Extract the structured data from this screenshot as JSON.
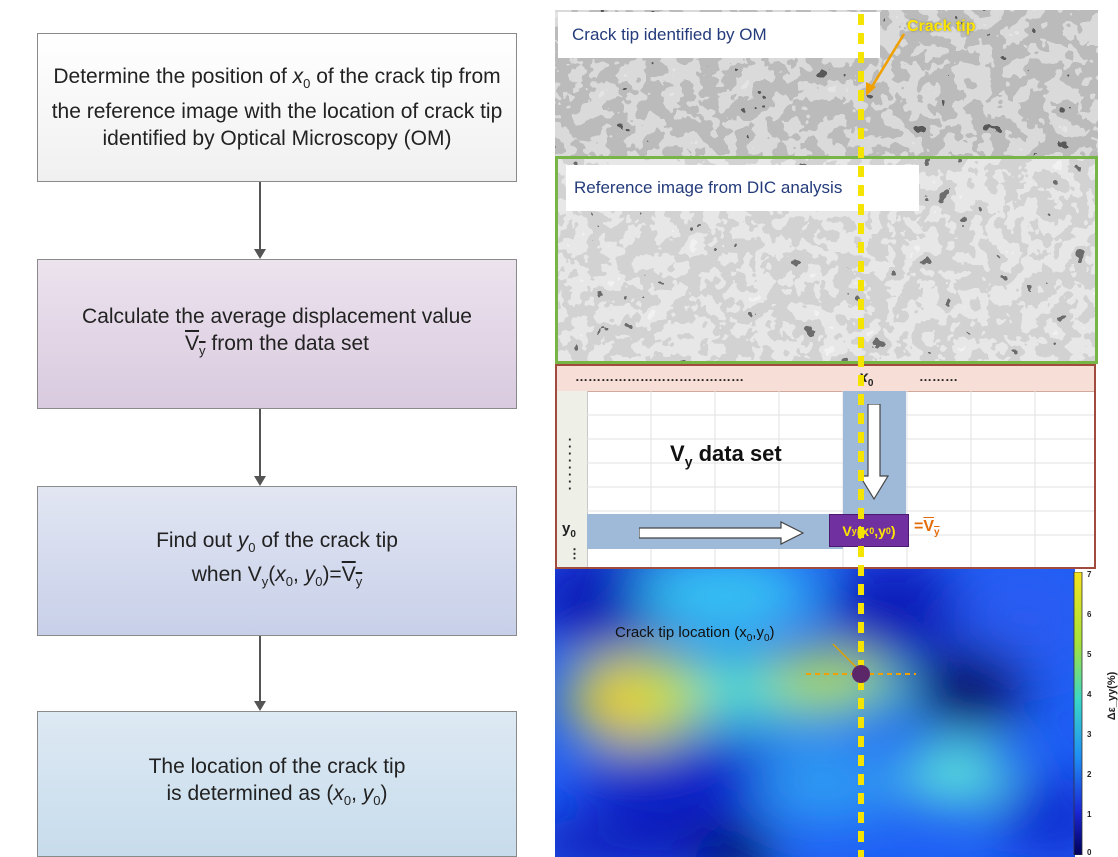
{
  "flowchart": {
    "step1": {
      "text_a": "Determine the position of ",
      "var": "x",
      "sub": "0",
      "text_b": " of the crack tip from the reference image with the location of crack tip identified by Optical Microscopy (OM)"
    },
    "step2": {
      "text_a": "Calculate the average displacement value",
      "sym": "V",
      "sub": "y",
      "text_b": " from the data set"
    },
    "step3": {
      "line1_a": "Find out ",
      "var": "y",
      "sub": "0",
      "line1_b": " of the crack tip",
      "line2_a": "when V",
      "line2_sub": "y",
      "line2_b": "(",
      "x": "x",
      "x_sub": "0",
      "comma": ", ",
      "y": "y",
      "y_sub": "0",
      "line2_c": ")=",
      "vbar": "V",
      "vbar_sub": "y"
    },
    "step4": {
      "line1": "The location of the crack tip",
      "line2_a": "is determined as (",
      "x": "x",
      "x_sub": "0",
      "comma": ", ",
      "y": "y",
      "y_sub": "0",
      "line2_b": ")"
    }
  },
  "images": {
    "om_label": "Crack tip identified by OM",
    "crack_tip_label": "Crack tip",
    "dic_label": "Reference image from DIC analysis"
  },
  "dataset": {
    "x_dots": "…………………………………",
    "x_var": "x",
    "x_sub": "0",
    "x_dots_right": "………",
    "title_v": "V",
    "title_sub": "y",
    "title_rest": " data set",
    "y_var": "y",
    "y_sub": "0",
    "y_dots_bottom": "⋮",
    "cell_v": "V",
    "cell_sub": "y",
    "cell_args": "(x",
    "cell_x_sub": "0",
    "cell_mid": ",y",
    "cell_y_sub": "0",
    "cell_close": ")",
    "eq": "=",
    "eq_v": "V",
    "eq_sub": "y"
  },
  "heatmap": {
    "annotation_a": "Crack tip location (x",
    "annotation_x_sub": "0",
    "annotation_mid": ",y",
    "annotation_y_sub": "0",
    "annotation_close": ")",
    "colorbar_ticks": [
      "7",
      "6",
      "5",
      "4",
      "3",
      "2",
      "1",
      "0"
    ],
    "colorbar_label": "Δε_yy(%)"
  },
  "colors": {
    "dashed_line": "#f5e400",
    "crack_marker": "#5b2768",
    "cell_fill": "#7030a0",
    "orange_text": "#e36c09",
    "green_border": "#77b546",
    "red_border": "#a14b3f"
  }
}
